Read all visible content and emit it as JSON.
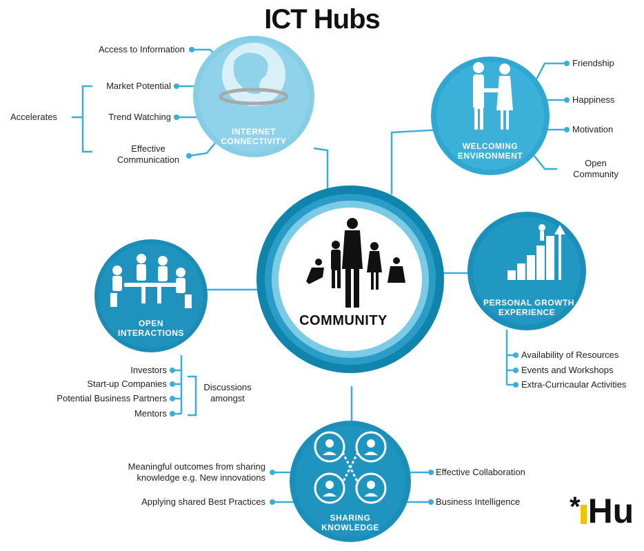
{
  "title": "ICT Hubs",
  "core": {
    "label": "COMMUNITY"
  },
  "hubs": {
    "internet": {
      "line1": "INTERNET",
      "line2": "CONNECTIVITY"
    },
    "welcoming": {
      "line1": "WELCOMING",
      "line2": "ENVIRONMENT"
    },
    "open": {
      "line1": "OPEN",
      "line2": "INTERACTIONS"
    },
    "growth": {
      "line1": "PERSONAL GROWTH",
      "line2": "EXPERIENCE"
    },
    "sharing": {
      "line1": "SHARING",
      "line2": "KNOWLEDGE"
    }
  },
  "labels": {
    "access": "Access to Information",
    "market": "Market Potential",
    "trend": "Trend Watching",
    "effective1": "Effective",
    "effective2": "Communication",
    "accelerates": "Accelerates",
    "friendship": "Friendship",
    "happiness": "Happiness",
    "motivation": "Motivation",
    "open1": "Open",
    "open2": "Community",
    "investors": "Investors",
    "startups": "Start-up Companies",
    "partners": "Potential Business Partners",
    "mentors": "Mentors",
    "discussions1": "Discussions",
    "discussions2": "amongst",
    "resources": "Availability of Resources",
    "events": "Events and Workshops",
    "extra": "Extra-Curricaular Activities",
    "meaningful1": "Meaningful outcomes from sharing",
    "meaningful2": "knowledge e.g. New innovations",
    "best": "Applying shared Best Practices",
    "collab": "Effective Collaboration",
    "bi": "Business Intelligence"
  },
  "logo": {
    "text": "Hu"
  },
  "colors": {
    "dark": "#1b8fb8",
    "mid": "#37b0d8",
    "light": "#7fcbe6",
    "core_ring": "#0f84ad"
  }
}
